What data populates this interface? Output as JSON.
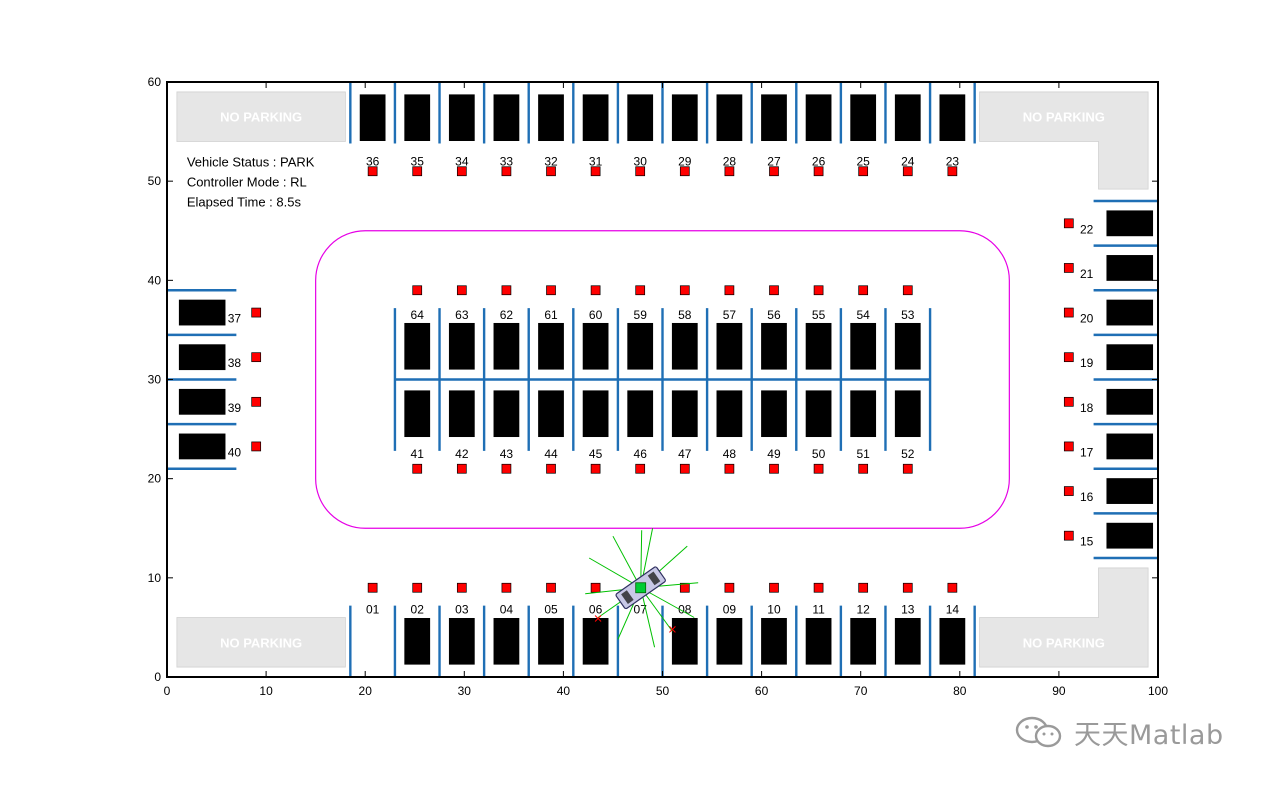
{
  "chart_data": {
    "type": "scatter",
    "title": "",
    "xlabel": "",
    "ylabel": "",
    "xlim": [
      0,
      100
    ],
    "ylim": [
      0,
      60
    ],
    "xticks": [
      0,
      10,
      20,
      30,
      40,
      50,
      60,
      70,
      80,
      90,
      100
    ],
    "yticks": [
      0,
      10,
      20,
      30,
      40,
      50,
      60
    ],
    "grid": false,
    "status_lines": [
      "Vehicle Status : PARK",
      "Controller Mode : RL",
      "Elapsed Time : 8.5s"
    ],
    "no_parking": [
      {
        "label": "NO PARKING",
        "x": 1,
        "y": 54,
        "w": 17,
        "h": 5
      },
      {
        "label": "NO PARKING",
        "x": 1,
        "y": 1,
        "w": 17,
        "h": 5
      },
      {
        "label": "NO PARKING",
        "x": 82,
        "y": 54,
        "w": 17,
        "h": 5,
        "notch": "top-right-tall"
      },
      {
        "label": "NO PARKING",
        "x": 82,
        "y": 1,
        "w": 17,
        "h": 5,
        "notch": "bottom-right-tall"
      }
    ],
    "loop_road": {
      "x": 15,
      "y": 15,
      "w": 70,
      "h": 30,
      "r": 5,
      "color": "#e600e6"
    },
    "spots": [
      {
        "id": "01",
        "cx": 20.75,
        "cy": 1.25,
        "row": "bottom",
        "occupied": false,
        "marker": [
          20.75,
          9
        ]
      },
      {
        "id": "02",
        "cx": 25.25,
        "cy": 1.25,
        "row": "bottom",
        "occupied": true,
        "marker": [
          25.25,
          9
        ]
      },
      {
        "id": "03",
        "cx": 29.75,
        "cy": 1.25,
        "row": "bottom",
        "occupied": true,
        "marker": [
          29.75,
          9
        ]
      },
      {
        "id": "04",
        "cx": 34.25,
        "cy": 1.25,
        "row": "bottom",
        "occupied": true,
        "marker": [
          34.25,
          9
        ]
      },
      {
        "id": "05",
        "cx": 38.75,
        "cy": 1.25,
        "row": "bottom",
        "occupied": true,
        "marker": [
          38.75,
          9
        ]
      },
      {
        "id": "06",
        "cx": 43.25,
        "cy": 1.25,
        "row": "bottom",
        "occupied": true,
        "marker": [
          43.25,
          9
        ]
      },
      {
        "id": "07",
        "cx": 47.75,
        "cy": 1.25,
        "row": "bottom",
        "occupied": false,
        "marker": [
          47.75,
          9
        ]
      },
      {
        "id": "08",
        "cx": 52.25,
        "cy": 1.25,
        "row": "bottom",
        "occupied": true,
        "marker": [
          52.25,
          9
        ]
      },
      {
        "id": "09",
        "cx": 56.75,
        "cy": 1.25,
        "row": "bottom",
        "occupied": true,
        "marker": [
          56.75,
          9
        ]
      },
      {
        "id": "10",
        "cx": 61.25,
        "cy": 1.25,
        "row": "bottom",
        "occupied": true,
        "marker": [
          61.25,
          9
        ]
      },
      {
        "id": "11",
        "cx": 65.75,
        "cy": 1.25,
        "row": "bottom",
        "occupied": true,
        "marker": [
          65.75,
          9
        ]
      },
      {
        "id": "12",
        "cx": 70.25,
        "cy": 1.25,
        "row": "bottom",
        "occupied": true,
        "marker": [
          70.25,
          9
        ]
      },
      {
        "id": "13",
        "cx": 74.75,
        "cy": 1.25,
        "row": "bottom",
        "occupied": true,
        "marker": [
          74.75,
          9
        ]
      },
      {
        "id": "14",
        "cx": 79.25,
        "cy": 1.25,
        "row": "bottom",
        "occupied": true,
        "marker": [
          79.25,
          9
        ]
      },
      {
        "id": "15",
        "cx": 97.5,
        "cy": 14.25,
        "row": "right",
        "occupied": true,
        "marker": [
          91,
          14.25
        ]
      },
      {
        "id": "16",
        "cx": 97.5,
        "cy": 18.75,
        "row": "right",
        "occupied": true,
        "marker": [
          91,
          18.75
        ]
      },
      {
        "id": "17",
        "cx": 97.5,
        "cy": 23.25,
        "row": "right",
        "occupied": true,
        "marker": [
          91,
          23.25
        ]
      },
      {
        "id": "18",
        "cx": 97.5,
        "cy": 27.75,
        "row": "right",
        "occupied": true,
        "marker": [
          91,
          27.75
        ]
      },
      {
        "id": "19",
        "cx": 97.5,
        "cy": 32.25,
        "row": "right",
        "occupied": true,
        "marker": [
          91,
          32.25
        ]
      },
      {
        "id": "20",
        "cx": 97.5,
        "cy": 36.75,
        "row": "right",
        "occupied": true,
        "marker": [
          91,
          36.75
        ]
      },
      {
        "id": "21",
        "cx": 97.5,
        "cy": 41.25,
        "row": "right",
        "occupied": true,
        "marker": [
          91,
          41.25
        ]
      },
      {
        "id": "22",
        "cx": 97.5,
        "cy": 45.75,
        "row": "right",
        "occupied": true,
        "marker": [
          91,
          45.75
        ]
      },
      {
        "id": "23",
        "cx": 79.25,
        "cy": 58.75,
        "row": "top",
        "occupied": true,
        "marker": [
          79.25,
          51
        ]
      },
      {
        "id": "24",
        "cx": 74.75,
        "cy": 58.75,
        "row": "top",
        "occupied": true,
        "marker": [
          74.75,
          51
        ]
      },
      {
        "id": "25",
        "cx": 70.25,
        "cy": 58.75,
        "row": "top",
        "occupied": true,
        "marker": [
          70.25,
          51
        ]
      },
      {
        "id": "26",
        "cx": 65.75,
        "cy": 58.75,
        "row": "top",
        "occupied": true,
        "marker": [
          65.75,
          51
        ]
      },
      {
        "id": "27",
        "cx": 61.25,
        "cy": 58.75,
        "row": "top",
        "occupied": true,
        "marker": [
          61.25,
          51
        ]
      },
      {
        "id": "28",
        "cx": 56.75,
        "cy": 58.75,
        "row": "top",
        "occupied": true,
        "marker": [
          56.75,
          51
        ]
      },
      {
        "id": "29",
        "cx": 52.25,
        "cy": 58.75,
        "row": "top",
        "occupied": true,
        "marker": [
          52.25,
          51
        ]
      },
      {
        "id": "30",
        "cx": 47.75,
        "cy": 58.75,
        "row": "top",
        "occupied": true,
        "marker": [
          47.75,
          51
        ]
      },
      {
        "id": "31",
        "cx": 43.25,
        "cy": 58.75,
        "row": "top",
        "occupied": true,
        "marker": [
          43.25,
          51
        ]
      },
      {
        "id": "32",
        "cx": 38.75,
        "cy": 58.75,
        "row": "top",
        "occupied": true,
        "marker": [
          38.75,
          51
        ]
      },
      {
        "id": "33",
        "cx": 34.25,
        "cy": 58.75,
        "row": "top",
        "occupied": true,
        "marker": [
          34.25,
          51
        ]
      },
      {
        "id": "34",
        "cx": 29.75,
        "cy": 58.75,
        "row": "top",
        "occupied": true,
        "marker": [
          29.75,
          51
        ]
      },
      {
        "id": "35",
        "cx": 25.25,
        "cy": 58.75,
        "row": "top",
        "occupied": true,
        "marker": [
          25.25,
          51
        ]
      },
      {
        "id": "36",
        "cx": 20.75,
        "cy": 58.75,
        "row": "top",
        "occupied": true,
        "marker": [
          20.75,
          51
        ]
      },
      {
        "id": "37",
        "cx": 2.5,
        "cy": 36.75,
        "row": "left",
        "occupied": true,
        "marker": [
          9,
          36.75
        ]
      },
      {
        "id": "38",
        "cx": 2.5,
        "cy": 32.25,
        "row": "left",
        "occupied": true,
        "marker": [
          9,
          32.25
        ]
      },
      {
        "id": "39",
        "cx": 2.5,
        "cy": 27.75,
        "row": "left",
        "occupied": true,
        "marker": [
          9,
          27.75
        ]
      },
      {
        "id": "40",
        "cx": 2.5,
        "cy": 23.25,
        "row": "left",
        "occupied": true,
        "marker": [
          9,
          23.25
        ]
      },
      {
        "id": "41",
        "cx": 25.25,
        "cy": 30,
        "row": "center-bottom",
        "occupied": true,
        "marker": [
          25.25,
          21
        ]
      },
      {
        "id": "42",
        "cx": 29.75,
        "cy": 30,
        "row": "center-bottom",
        "occupied": true,
        "marker": [
          29.75,
          21
        ]
      },
      {
        "id": "43",
        "cx": 34.25,
        "cy": 30,
        "row": "center-bottom",
        "occupied": true,
        "marker": [
          34.25,
          21
        ]
      },
      {
        "id": "44",
        "cx": 38.75,
        "cy": 30,
        "row": "center-bottom",
        "occupied": true,
        "marker": [
          38.75,
          21
        ]
      },
      {
        "id": "45",
        "cx": 43.25,
        "cy": 30,
        "row": "center-bottom",
        "occupied": true,
        "marker": [
          43.25,
          21
        ]
      },
      {
        "id": "46",
        "cx": 47.75,
        "cy": 30,
        "row": "center-bottom",
        "occupied": true,
        "marker": [
          47.75,
          21
        ]
      },
      {
        "id": "47",
        "cx": 52.25,
        "cy": 30,
        "row": "center-bottom",
        "occupied": true,
        "marker": [
          52.25,
          21
        ]
      },
      {
        "id": "48",
        "cx": 56.75,
        "cy": 30,
        "row": "center-bottom",
        "occupied": true,
        "marker": [
          56.75,
          21
        ]
      },
      {
        "id": "49",
        "cx": 61.25,
        "cy": 30,
        "row": "center-bottom",
        "occupied": true,
        "marker": [
          61.25,
          21
        ]
      },
      {
        "id": "50",
        "cx": 65.75,
        "cy": 30,
        "row": "center-bottom",
        "occupied": true,
        "marker": [
          65.75,
          21
        ]
      },
      {
        "id": "51",
        "cx": 70.25,
        "cy": 30,
        "row": "center-bottom",
        "occupied": true,
        "marker": [
          70.25,
          21
        ]
      },
      {
        "id": "52",
        "cx": 74.75,
        "cy": 30,
        "row": "center-bottom",
        "occupied": true,
        "marker": [
          74.75,
          21
        ]
      },
      {
        "id": "53",
        "cx": 74.75,
        "cy": 30,
        "row": "center-top",
        "occupied": true,
        "marker": [
          74.75,
          39
        ]
      },
      {
        "id": "54",
        "cx": 70.25,
        "cy": 30,
        "row": "center-top",
        "occupied": true,
        "marker": [
          70.25,
          39
        ]
      },
      {
        "id": "55",
        "cx": 65.75,
        "cy": 30,
        "row": "center-top",
        "occupied": true,
        "marker": [
          65.75,
          39
        ]
      },
      {
        "id": "56",
        "cx": 61.25,
        "cy": 30,
        "row": "center-top",
        "occupied": true,
        "marker": [
          61.25,
          39
        ]
      },
      {
        "id": "57",
        "cx": 56.75,
        "cy": 30,
        "row": "center-top",
        "occupied": true,
        "marker": [
          56.75,
          39
        ]
      },
      {
        "id": "58",
        "cx": 52.25,
        "cy": 30,
        "row": "center-top",
        "occupied": true,
        "marker": [
          52.25,
          39
        ]
      },
      {
        "id": "59",
        "cx": 47.75,
        "cy": 30,
        "row": "center-top",
        "occupied": true,
        "marker": [
          47.75,
          39
        ]
      },
      {
        "id": "60",
        "cx": 43.25,
        "cy": 30,
        "row": "center-top",
        "occupied": true,
        "marker": [
          43.25,
          39
        ]
      },
      {
        "id": "61",
        "cx": 38.75,
        "cy": 30,
        "row": "center-top",
        "occupied": true,
        "marker": [
          38.75,
          39
        ]
      },
      {
        "id": "62",
        "cx": 34.25,
        "cy": 30,
        "row": "center-top",
        "occupied": true,
        "marker": [
          34.25,
          39
        ]
      },
      {
        "id": "63",
        "cx": 29.75,
        "cy": 30,
        "row": "center-top",
        "occupied": true,
        "marker": [
          29.75,
          39
        ]
      },
      {
        "id": "64",
        "cx": 25.25,
        "cy": 30,
        "row": "center-top",
        "occupied": true,
        "marker": [
          25.25,
          39
        ]
      }
    ],
    "vehicle": {
      "x": 47.8,
      "y": 9.0,
      "heading_deg": -55,
      "length": 5,
      "width": 1.8
    },
    "lidar_rays": [
      [
        45.0,
        14.2
      ],
      [
        49.0,
        15.0
      ],
      [
        52.5,
        13.2
      ],
      [
        53.6,
        9.5
      ],
      [
        53.2,
        6.0
      ],
      [
        49.2,
        3.0
      ],
      [
        45.5,
        3.8
      ],
      [
        42.2,
        8.4
      ],
      [
        42.6,
        12.0
      ],
      [
        47.9,
        14.8
      ],
      [
        51.0,
        4.6
      ],
      [
        43.5,
        6.0
      ]
    ],
    "hit_points": [
      [
        43.5,
        5.9
      ],
      [
        51.0,
        4.8
      ]
    ],
    "colors": {
      "occupied_car": "#000000",
      "line": "#1f6fb5",
      "marker": "#ff0000",
      "no_parking_fill": "#e6e6e6",
      "lidar": "#00c000",
      "vehicle_fill": "#c8c8e6",
      "vehicle_center": "#00cc33"
    }
  },
  "watermark": {
    "text": "天天Matlab"
  }
}
